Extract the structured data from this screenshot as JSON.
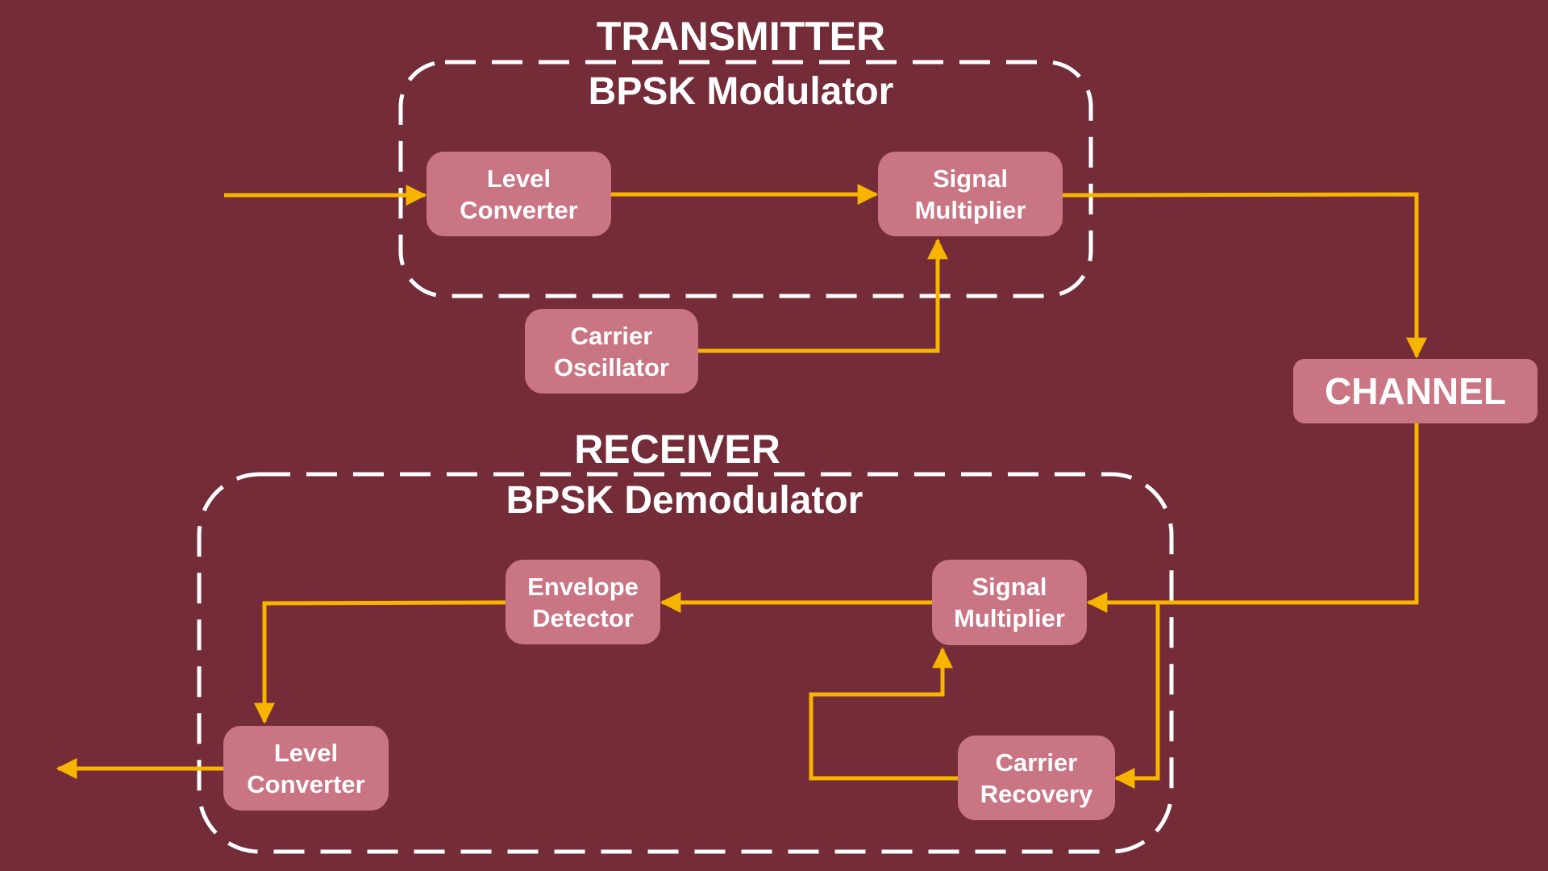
{
  "colors": {
    "background": "#742c39",
    "block_fill": "#c97583",
    "text": "#ffffff",
    "signal_line": "#f7b500",
    "dashed_border": "#ffffff"
  },
  "transmitter": {
    "title": "TRANSMITTER",
    "modulator_title": "BPSK Modulator",
    "level_converter": {
      "line1": "Level",
      "line2": "Converter"
    },
    "signal_multiplier": {
      "line1": "Signal",
      "line2": "Multiplier"
    },
    "carrier_oscillator": {
      "line1": "Carrier",
      "line2": "Oscillator"
    }
  },
  "channel": {
    "label": "CHANNEL"
  },
  "receiver": {
    "title": "RECEIVER",
    "demodulator_title": "BPSK Demodulator",
    "envelope_detector": {
      "line1": "Envelope",
      "line2": "Detector"
    },
    "signal_multiplier": {
      "line1": "Signal",
      "line2": "Multiplier"
    },
    "level_converter": {
      "line1": "Level",
      "line2": "Converter"
    },
    "carrier_recovery": {
      "line1": "Carrier",
      "line2": "Recovery"
    }
  }
}
